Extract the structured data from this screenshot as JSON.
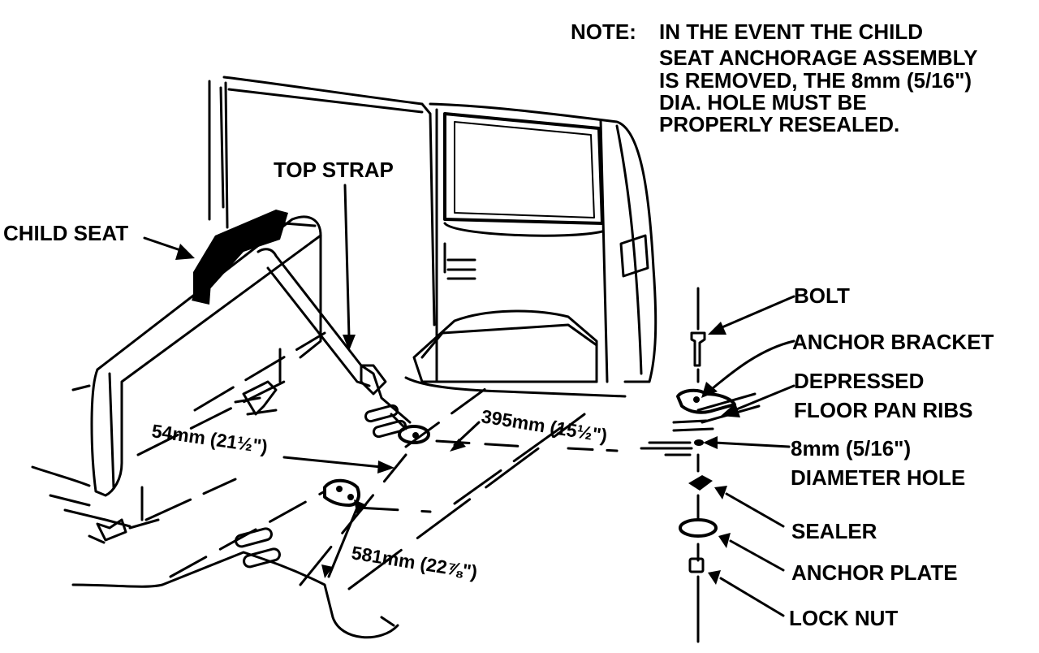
{
  "note": {
    "prefix": "NOTE:",
    "lines": [
      "IN THE EVENT THE CHILD",
      "SEAT ANCHORAGE ASSEMBLY",
      "IS REMOVED, THE 8mm (5/16\")",
      "DIA. HOLE MUST BE",
      "PROPERLY RESEALED."
    ]
  },
  "labels": {
    "top_strap": "TOP STRAP",
    "child_seat": "CHILD SEAT",
    "bolt": "BOLT",
    "anchor_bracket": "ANCHOR BRACKET",
    "depressed_1": "DEPRESSED",
    "depressed_2": "FLOOR PAN RIBS",
    "hole_1": "8mm (5/16\")",
    "hole_2": "DIAMETER HOLE",
    "sealer": "SEALER",
    "anchor_plate": "ANCHOR PLATE",
    "lock_nut": "LOCK NUT"
  },
  "dimensions": {
    "d1": "54mm (21½\")",
    "d2": "395mm (15½\")",
    "d3": "581mm (22⅞\")"
  }
}
